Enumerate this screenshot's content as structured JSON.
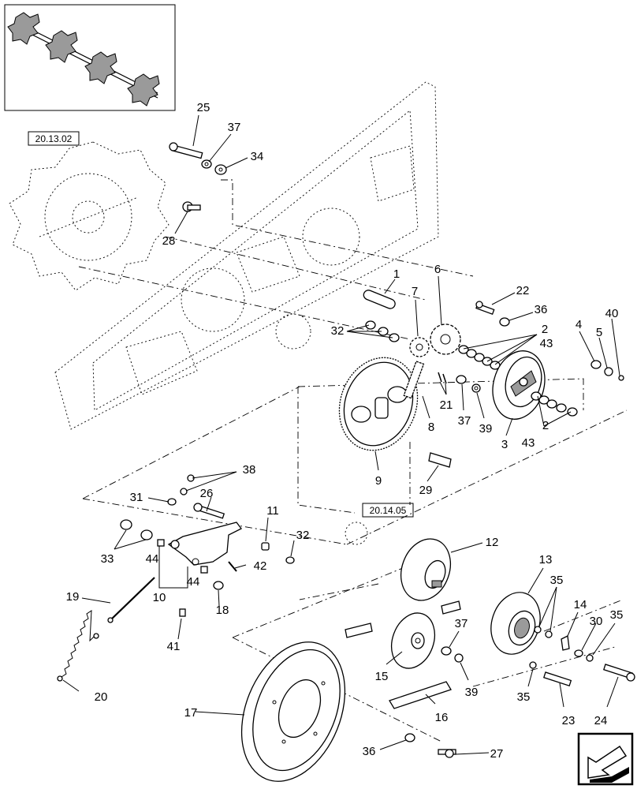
{
  "references": {
    "ref_a": "20.13.02",
    "ref_b": "20.14.05"
  },
  "callouts": {
    "c1": "1",
    "c2a": "2",
    "c2b": "2",
    "c3": "3",
    "c4": "4",
    "c5": "5",
    "c6": "6",
    "c7": "7",
    "c8": "8",
    "c9": "9",
    "c10": "10",
    "c11": "11",
    "c12": "12",
    "c13": "13",
    "c14": "14",
    "c15": "15",
    "c16": "16",
    "c17": "17",
    "c18": "18",
    "c19": "19",
    "c20": "20",
    "c21": "21",
    "c22": "22",
    "c23": "23",
    "c24": "24",
    "c25": "25",
    "c26": "26",
    "c27": "27",
    "c28": "28",
    "c29": "29",
    "c30": "30",
    "c31": "31",
    "c32a": "32",
    "c32b": "32",
    "c33": "33",
    "c34": "34",
    "c35a": "35",
    "c35b": "35",
    "c35c": "35",
    "c36a": "36",
    "c36b": "36",
    "c37a": "37",
    "c37b": "37",
    "c37c": "37",
    "c38": "38",
    "c39a": "39",
    "c39b": "39",
    "c40": "40",
    "c41": "41",
    "c42": "42",
    "c43a": "43",
    "c43b": "43",
    "c44a": "44",
    "c44b": "44"
  },
  "icons": {
    "inset": "shaft-assembly-inset",
    "nav": "previous-page-arrow-icon"
  }
}
